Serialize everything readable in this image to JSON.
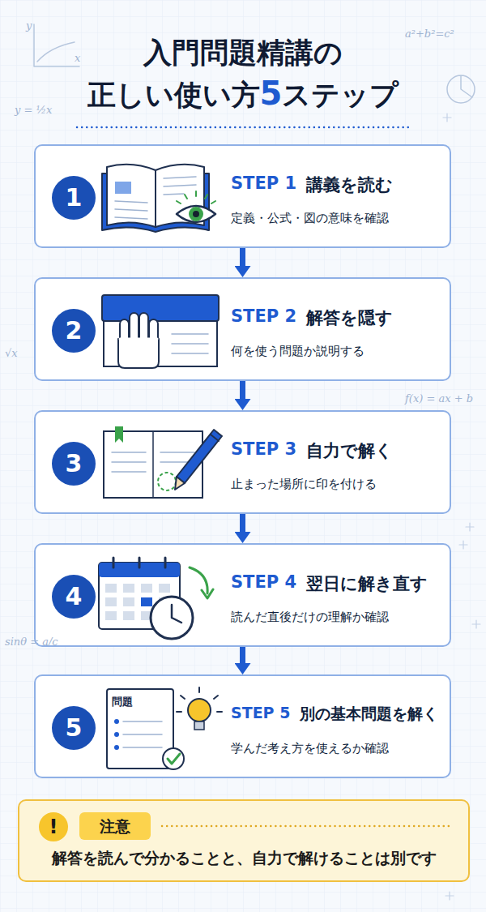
{
  "diagram": {
    "title": "入門問題精講の 正しい使い方5ステップ",
    "nodes": [
      {
        "text": [
          "STEP 1",
          "講義を読む",
          "定義・公式・図の意味を確認"
        ]
      },
      {
        "text": [
          "1"
        ],
        "in": 0
      },
      {
        "text": [
          "STEP 2",
          "解答を隠す",
          "何を使う問題か説明する"
        ]
      },
      {
        "text": [
          "2"
        ],
        "in": 2
      },
      {
        "text": [
          "STEP 3",
          "自力で解く",
          "止まった場所に印を付ける"
        ]
      },
      {
        "text": [
          "3"
        ],
        "in": 4
      },
      {
        "text": [
          "STEP 4",
          "翌日に解き直す",
          "読んだ直後だけの理解か確認"
        ]
      },
      {
        "text": [
          "4"
        ],
        "in": 6
      },
      {
        "text": [
          "STEP 5",
          "別の基本問題を解く",
          "学んだ考え方を使えるか確認"
        ]
      },
      {
        "text": [
          "5"
        ],
        "in": 8
      },
      {
        "text": [
          "解答を読んで分かることと、自力で解けることは別です"
        ]
      },
      {
        "text": [
          "!"
        ],
        "in": 10
      },
      {
        "text": [
          "注意"
        ],
        "in": 10
      }
    ],
    "edges": [
      {
        "from": 0,
        "to": 2,
        "arrow": "to"
      },
      {
        "from": 2,
        "to": 4,
        "arrow": "to"
      },
      {
        "from": 4,
        "to": 6,
        "arrow": "to"
      },
      {
        "from": 6,
        "to": 8,
        "arrow": "to"
      }
    ],
    "labels": [
      "y",
      "x",
      "a²+b²=c²",
      "y = ½x",
      "√x",
      "f(x) = ax + b",
      "sinθ = a/c",
      "問題"
    ]
  }
}
